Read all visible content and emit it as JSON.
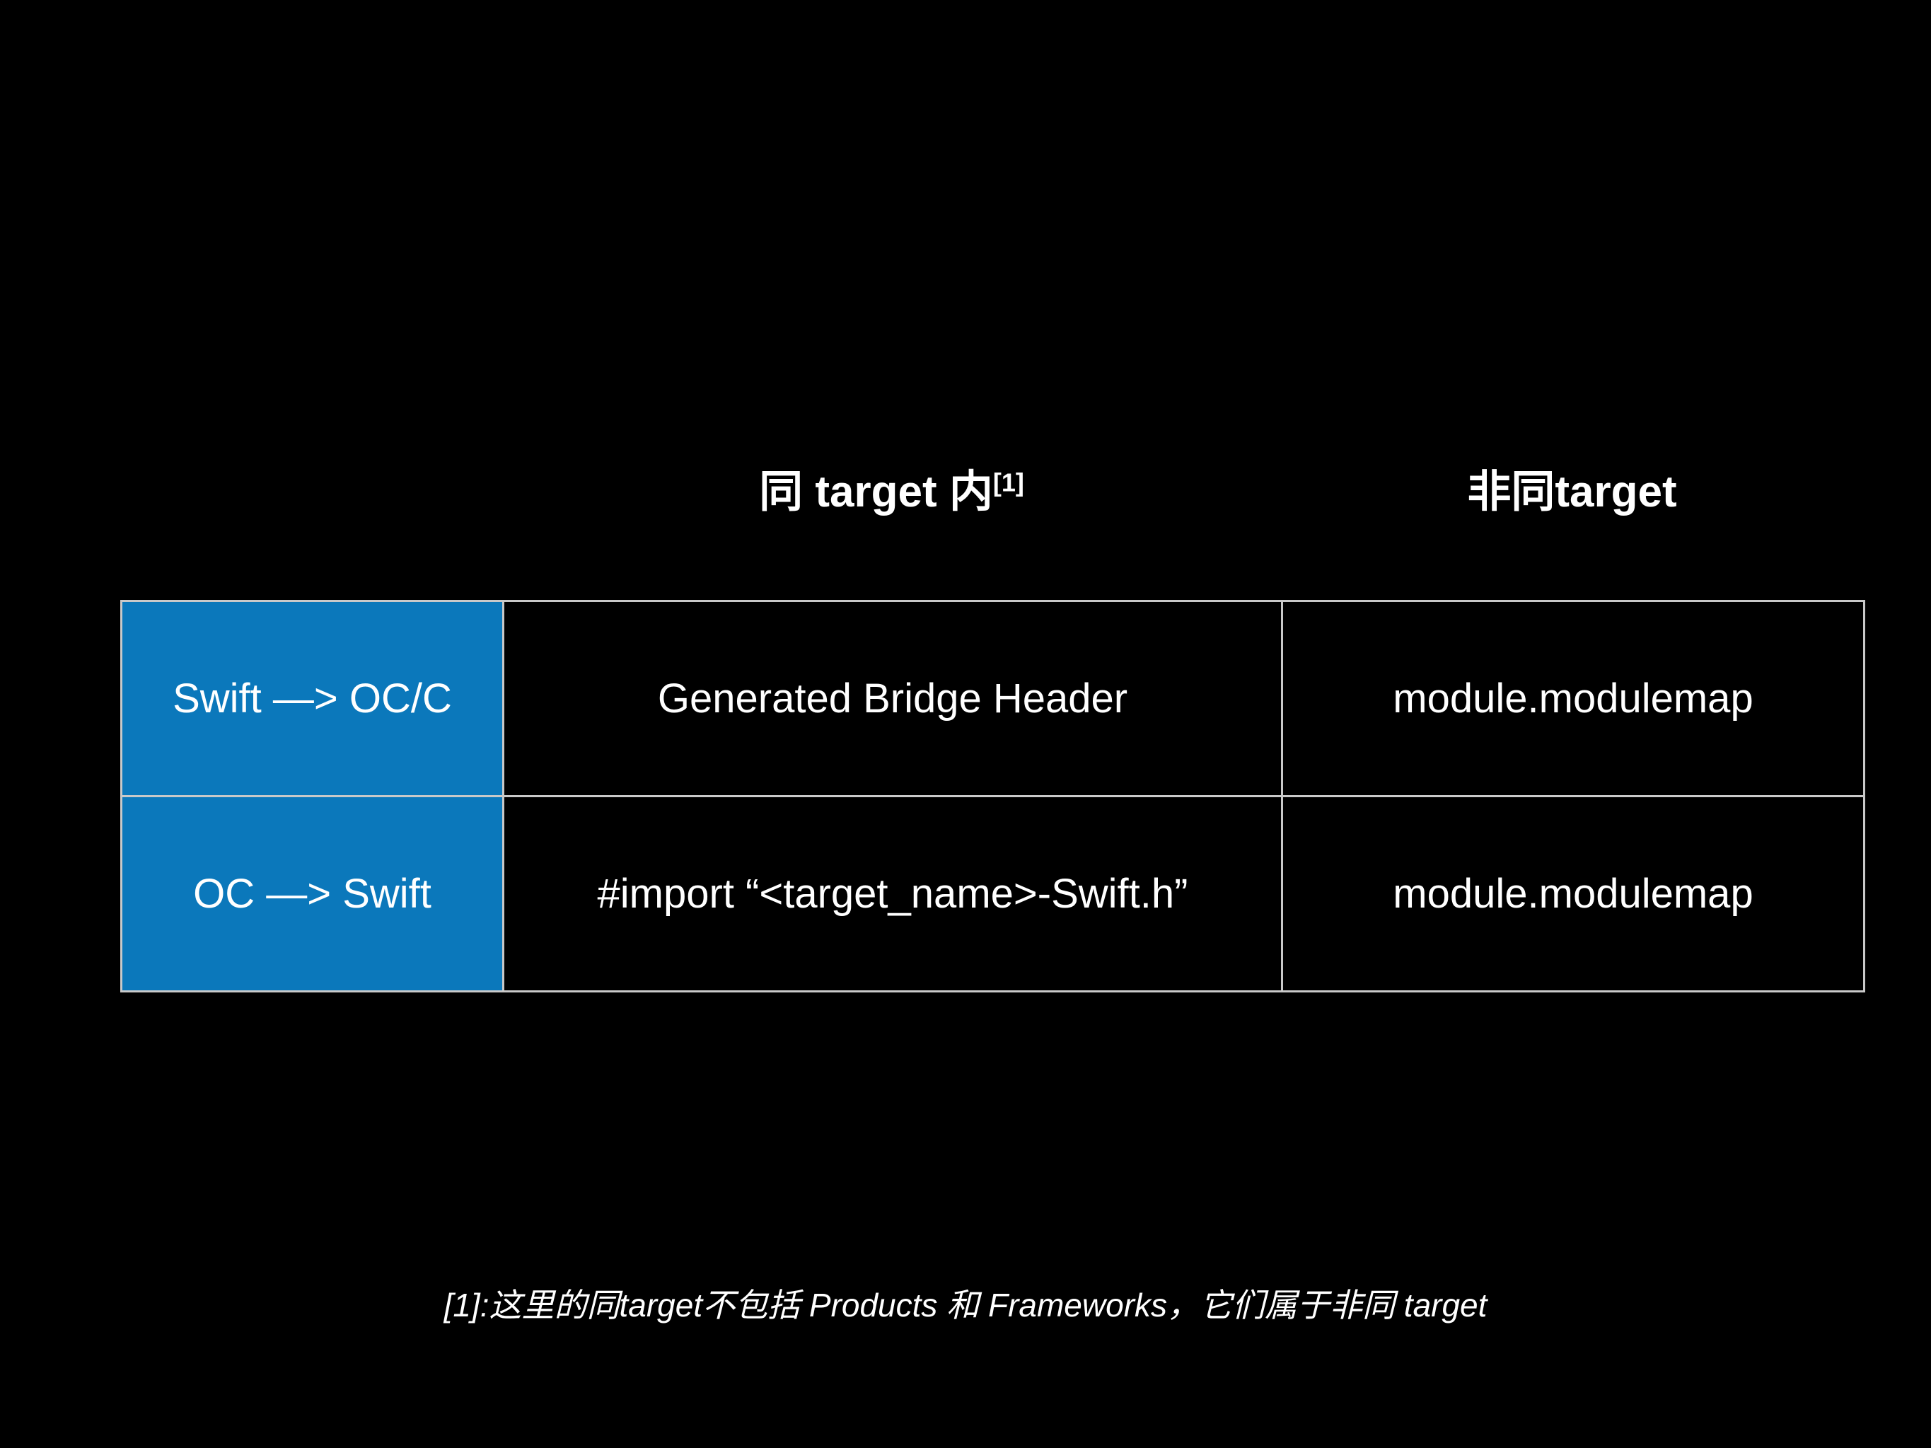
{
  "slide": {
    "colors": {
      "background": "#000000",
      "accent_blue": "#0b78bb",
      "table_border": "#c9c9c9",
      "text": "#ffffff"
    },
    "column_headers": {
      "same_target": {
        "text": "同 target 内",
        "superscript": "[1]"
      },
      "cross_target": {
        "text": "非同target"
      }
    },
    "table": {
      "rows": [
        {
          "label": "Swift —> OC/C",
          "same_target": "Generated Bridge Header",
          "cross_target": "module.modulemap"
        },
        {
          "label": "OC —> Swift",
          "same_target": "#import “<target_name>-Swift.h”",
          "cross_target": "module.modulemap"
        }
      ]
    },
    "footnote": "[1]:这里的同target不包括 Products 和 Frameworks，它们属于非同 target"
  }
}
